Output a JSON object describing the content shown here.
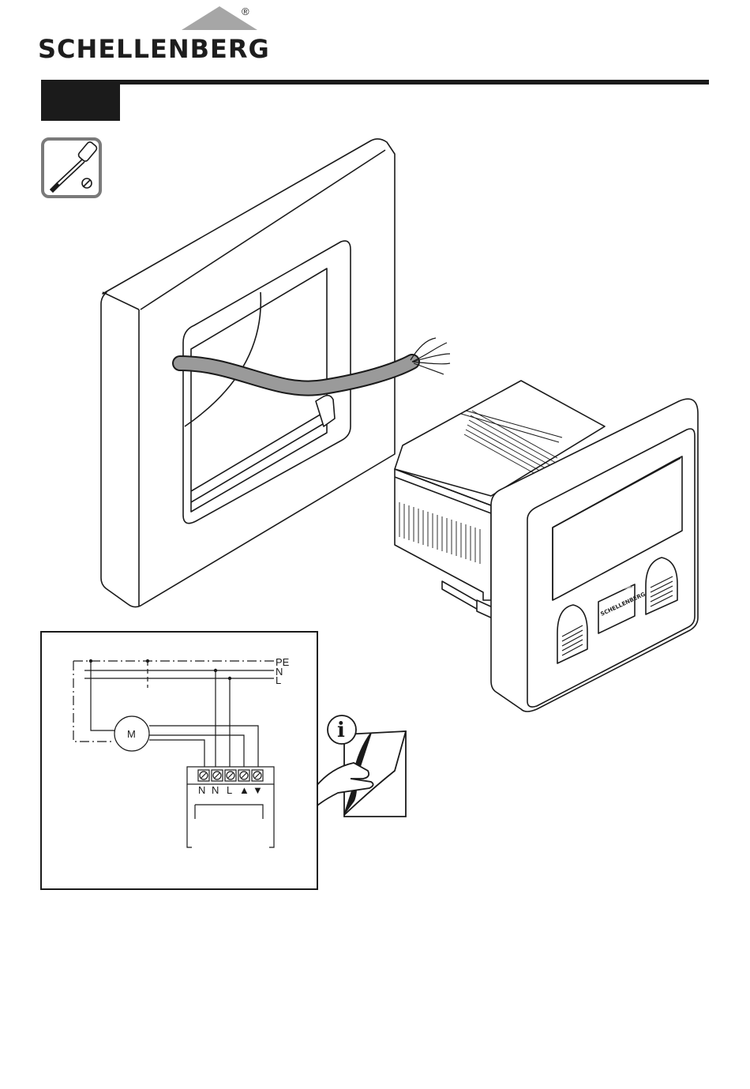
{
  "brand": {
    "name": "SCHELLENBERG",
    "registered_mark": "®"
  },
  "header": {
    "step_label": ""
  },
  "icons": {
    "tool": "screwdriver-icon",
    "info": "info-icon",
    "manual_hand": "hand-turning-page-icon",
    "motor": "motor-symbol"
  },
  "device": {
    "brand_label": "SCHELLENBERG"
  },
  "wiring_diagram": {
    "conductors": [
      "PE",
      "N",
      "L"
    ],
    "motor_label": "M",
    "terminals": [
      "N",
      "N",
      "L",
      "▲",
      "▼"
    ]
  },
  "colors": {
    "ink": "#1a1a1a",
    "cable": "#9a9a9a",
    "tool_frame": "#7a7a7a",
    "logo_roof": "#a6a6a6"
  }
}
